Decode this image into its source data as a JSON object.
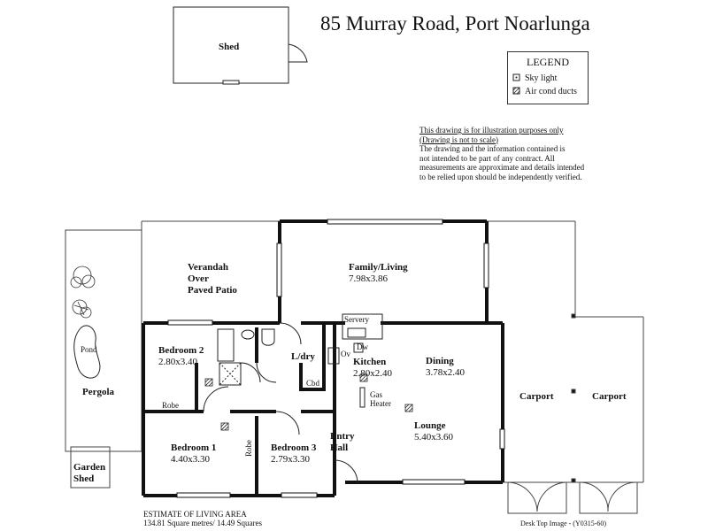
{
  "title": "85 Murray Road, Port Noarlunga",
  "legend": {
    "heading": "LEGEND",
    "items": [
      {
        "label": "Sky light",
        "icon": "skylight-icon"
      },
      {
        "label": "Air cond ducts",
        "icon": "aircon-duct-icon"
      }
    ]
  },
  "disclaimer": {
    "line1": "This drawing is for illustration purposes only",
    "line2": "(Drawing is not to scale)",
    "line3": "The drawing and the information contained is",
    "line4": "not intended to be part of any contract.  All",
    "line5": "measurements are approximate and details intended",
    "line6": "to be relied upon should be independently verified."
  },
  "rooms": {
    "shed": "Shed",
    "verandah_1": "Verandah",
    "verandah_2": "Over",
    "verandah_3": "Paved Patio",
    "family_name": "Family/Living",
    "family_size": "7.98x3.86",
    "bedroom2_name": "Bedroom 2",
    "bedroom2_size": "2.80x3.40",
    "ldry": "L/dry",
    "cbd": "Cbd",
    "servery": "Servery",
    "dw": "Dw",
    "ov": "Ov",
    "kitchen_name": "Kitchen",
    "kitchen_size": "2.80x2.40",
    "dining_name": "Dining",
    "dining_size": "3.78x2.40",
    "gas_1": "Gas",
    "gas_2": "Heater",
    "pond": "Pond",
    "pergola": "Pergola",
    "robe_1": "Robe",
    "robe_2": "Robe",
    "bedroom1_name": "Bedroom 1",
    "bedroom1_size": "4.40x3.30",
    "bedroom3_name": "Bedroom 3",
    "bedroom3_size": "2.79x3.30",
    "entry_1": "Entry",
    "entry_2": "Hall",
    "lounge_name": "Lounge",
    "lounge_size": "5.40x3.60",
    "carport_1": "Carport",
    "carport_2": "Carport",
    "garden_shed_1": "Garden",
    "garden_shed_2": "Shed"
  },
  "living_area": {
    "line1": "ESTIMATE OF LIVING AREA",
    "line2": "134.81 Square metres/  14.49  Squares"
  },
  "credit": "Desk Top Image - (Y0315-60)"
}
